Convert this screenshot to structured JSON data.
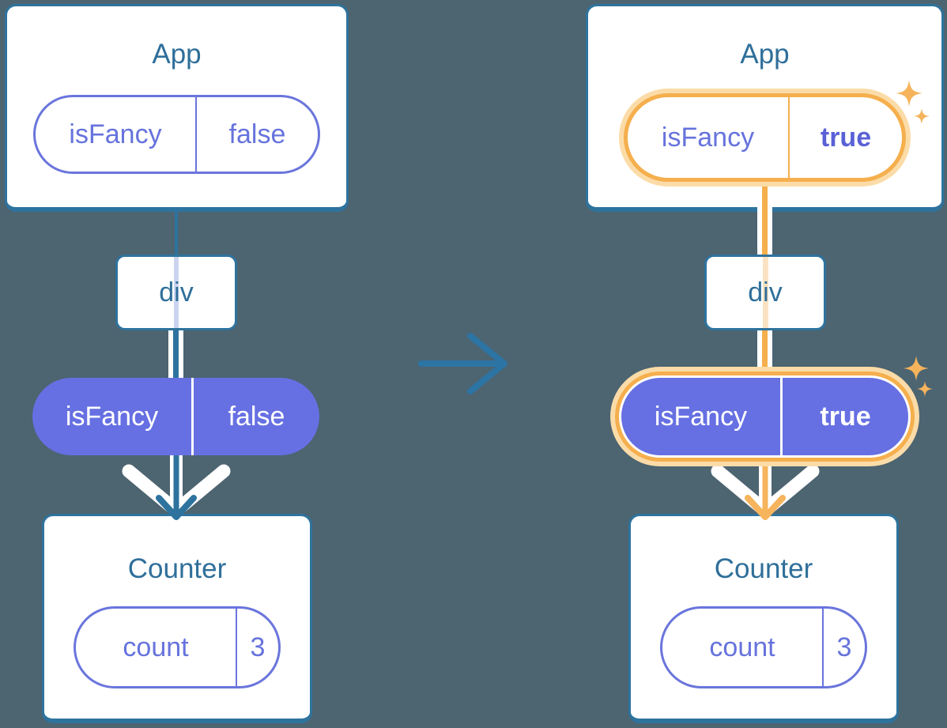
{
  "palette": {
    "background": "#4d6471",
    "card_background": "#ffffff",
    "blue_border": "#2e739e",
    "title_text_blue": "#2f6f9a",
    "transition_arrow_blue": "#2c74a4",
    "purple_fill": "#6670e2",
    "purple_text": "#6673dc",
    "purple_bold_text": "#5a61d6",
    "purple_outline": "#6a75dc",
    "lavender_trace": "#cbd4ef",
    "orange_highlight": "#f5af4d",
    "orange_glow": "#fbdca8",
    "orange_trace": "#fae3c2",
    "orange_arrow": "#f6b45c",
    "sparkle_orange": "#f5b45c",
    "white_chevron": "#ffffff"
  },
  "icons": {
    "transition_arrow": "right-arrow",
    "sparkle": "four-point-star",
    "props_flow": "down-arrow-with-chevron"
  },
  "before": {
    "app": {
      "title": "App",
      "prop_name": "isFancy",
      "prop_value": "false"
    },
    "div_label": "div",
    "passed_prop": {
      "name": "isFancy",
      "value": "false"
    },
    "counter": {
      "title": "Counter",
      "state_name": "count",
      "state_value": "3"
    }
  },
  "after": {
    "app": {
      "title": "App",
      "prop_name": "isFancy",
      "prop_value": "true"
    },
    "div_label": "div",
    "passed_prop": {
      "name": "isFancy",
      "value": "true"
    },
    "counter": {
      "title": "Counter",
      "state_name": "count",
      "state_value": "3"
    }
  }
}
